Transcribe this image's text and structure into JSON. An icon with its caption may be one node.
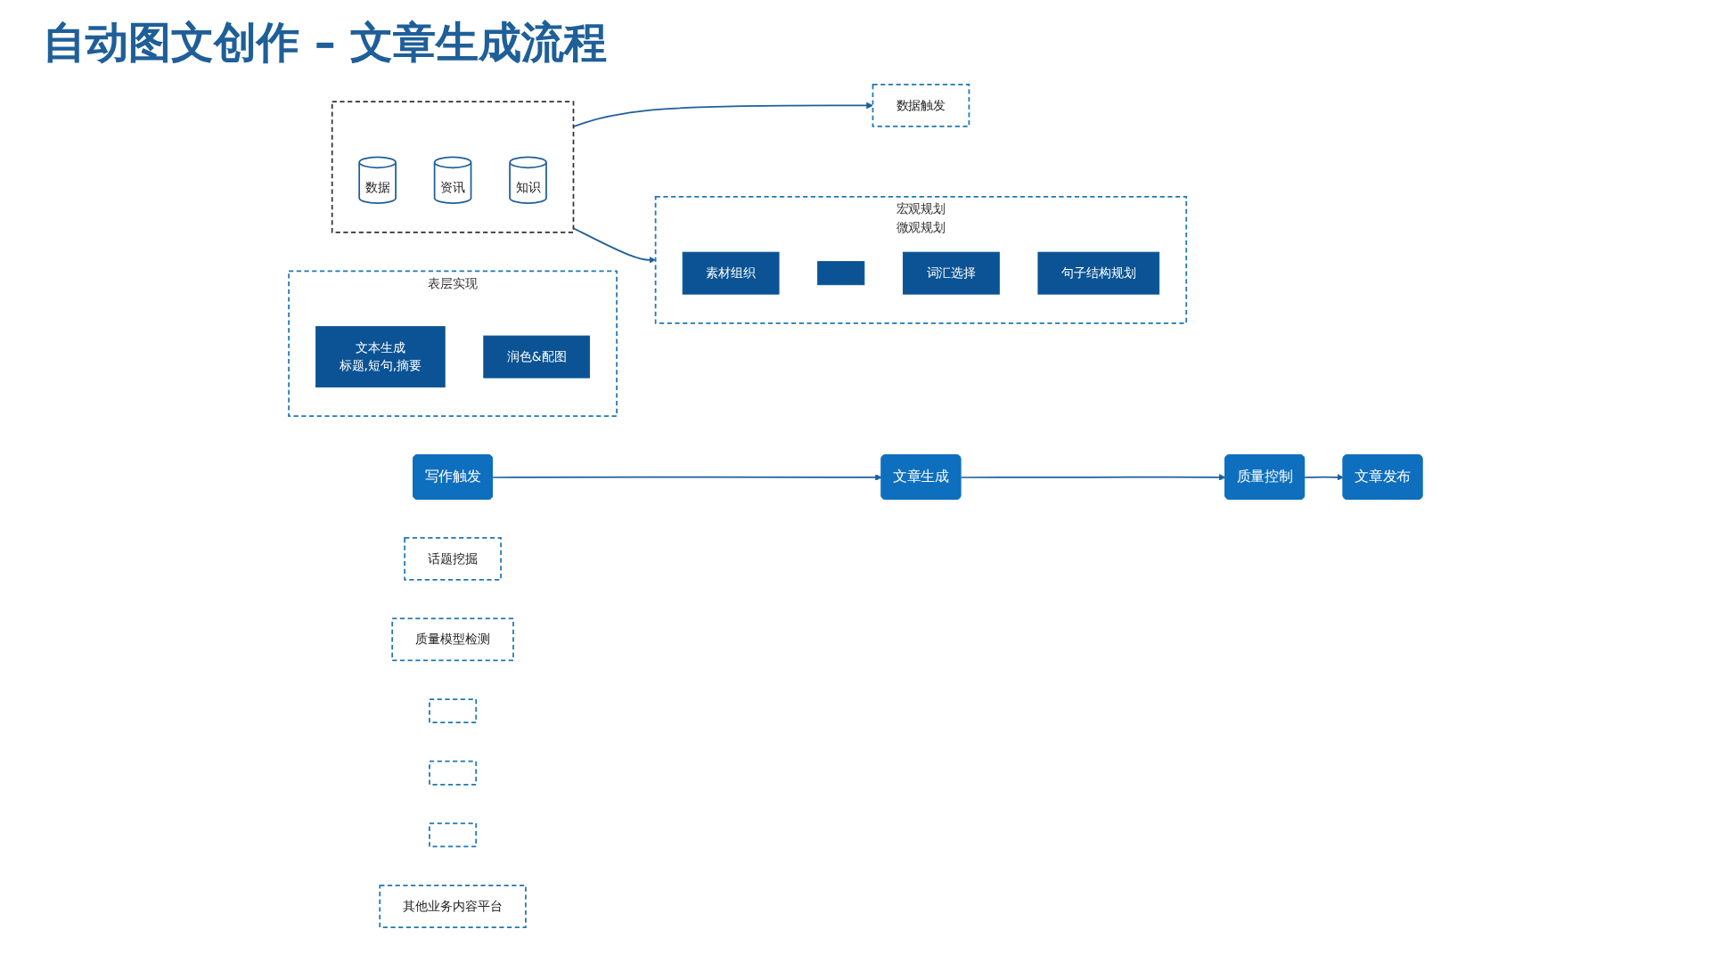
{
  "diagram": {
    "title": "自动图文创作 – 文章生成流程",
    "nodes": [
      {
        "text": [
          "写作触发"
        ]
      },
      {
        "text": [
          "文章生成"
        ]
      },
      {
        "text": [
          "质量控制"
        ]
      },
      {
        "text": [
          "文章发布"
        ]
      },
      {
        "text": [
          "话题挖掘"
        ]
      },
      {
        "text": [
          "数据触发"
        ]
      },
      {
        "text": [
          "宏观规划",
          "微观规划"
        ]
      },
      {
        "text": [
          "素材组织"
        ],
        "in": 6
      },
      {
        "text": [],
        "shape": "box",
        "in": 6
      },
      {
        "text": [
          "词汇选择"
        ],
        "in": 6
      },
      {
        "text": [
          "句子结构规划"
        ],
        "in": 6
      },
      {
        "text": [
          "表层实现"
        ]
      },
      {
        "text": [
          "文本生成",
          "标题,短句,摘要"
        ],
        "in": 11
      },
      {
        "text": [
          "润色&配图"
        ],
        "in": 11
      },
      {
        "text": [
          "质量模型检测"
        ]
      },
      {
        "text": [],
        "shape": "box"
      },
      {
        "text": [],
        "shape": "box"
      },
      {
        "text": [],
        "shape": "box"
      },
      {
        "text": [
          "其他业务内容平台"
        ]
      },
      {
        "text": [],
        "shape": "box"
      },
      {
        "text": [
          "数据"
        ],
        "in": 19
      },
      {
        "text": [
          "资讯"
        ],
        "in": 19
      },
      {
        "text": [
          "知识"
        ],
        "in": 19
      }
    ],
    "edges": [
      {
        "from": 0,
        "to": 1,
        "arrow": "to"
      },
      {
        "from": 1,
        "to": 2,
        "arrow": "to"
      },
      {
        "from": 2,
        "to": 3,
        "arrow": "to"
      },
      {
        "from": 19,
        "to": 5,
        "arrow": "to"
      },
      {
        "from": 19,
        "to": 6,
        "arrow": "to"
      }
    ]
  }
}
